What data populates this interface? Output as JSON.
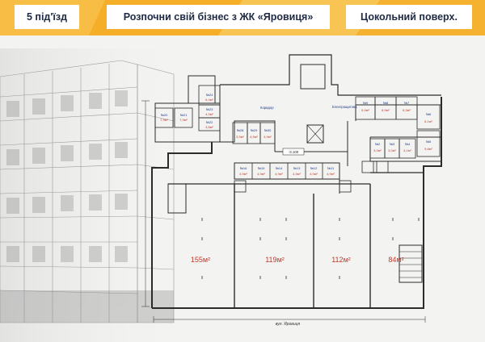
{
  "header": {
    "entrance": "5 під'їзд",
    "title": "Розпочни свій бізнес з ЖК «Яровиця»",
    "floor": "Цокольний поверх."
  },
  "colors": {
    "accent": "#f6b431",
    "header_text": "#1f2a44",
    "wall": "#2b2b2b",
    "room_label": "#1f3b8c",
    "area_label": "#c0392b"
  },
  "plan": {
    "street": "вул. Яровиця",
    "elevator_hall": "Електрощитова",
    "corridor": "Коридор",
    "mark_level": "-3.100",
    "big_units": [
      {
        "area": "155м²"
      },
      {
        "area": "119м²"
      },
      {
        "area": "112м²"
      },
      {
        "area": "84м²"
      }
    ],
    "small_units_top": [
      {
        "num": "№24",
        "area": "6,4м²"
      },
      {
        "num": "№23",
        "area": "4,5м²"
      },
      {
        "num": "№22",
        "area": "3,8м²"
      },
      {
        "num": "№21",
        "area": "7,9м²"
      },
      {
        "num": "№20",
        "area": "7,9м²"
      }
    ],
    "small_units_mid": [
      {
        "num": "№28",
        "area": "3,9м²"
      },
      {
        "num": "№29",
        "area": "4,5м²"
      },
      {
        "num": "№30",
        "area": "3,9м²"
      }
    ],
    "small_units_row": [
      {
        "num": "№16",
        "area": "4,9м²"
      },
      {
        "num": "№15",
        "area": "4,9м²"
      },
      {
        "num": "№14",
        "area": "4,9м²"
      },
      {
        "num": "№13",
        "area": "4,9м²"
      },
      {
        "num": "№12",
        "area": "4,9м²"
      },
      {
        "num": "№11",
        "area": "4,9м²"
      }
    ],
    "small_units_right": [
      {
        "num": "№9",
        "area": "6,9м²"
      },
      {
        "num": "№8",
        "area": "6,9м²"
      },
      {
        "num": "№7",
        "area": "6,3м²"
      },
      {
        "num": "№6",
        "area": "8,1м²"
      },
      {
        "num": "№5",
        "area": "9,8м²"
      },
      {
        "num": "№4",
        "area": "4,1м²"
      },
      {
        "num": "№3",
        "area": "3,0м²"
      },
      {
        "num": "№2",
        "area": "3,0м²"
      }
    ]
  }
}
